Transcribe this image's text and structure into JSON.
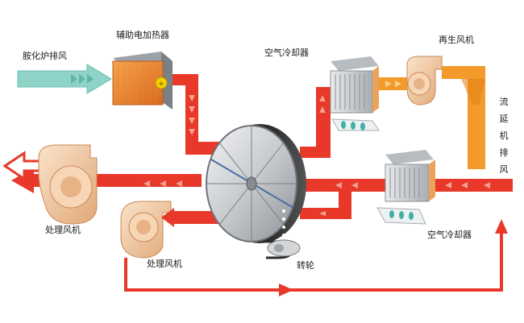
{
  "labels": {
    "tail_gas_exhaust": "胺化炉排风",
    "aux_heater": "辅助电加热器",
    "air_cooler_top": "空气冷却器",
    "regen_fan": "再生风机",
    "delay_exhaust": "流延机排风",
    "process_fan_left": "处理风机",
    "process_fan_bottom": "处理风机",
    "air_cooler_bottom": "空气冷却器",
    "rotor": "转轮"
  },
  "colors": {
    "hot_air": "#e8382a",
    "hot_air_dark": "#c42418",
    "warm_air": "#f39a2b",
    "warm_air_dark": "#e07f12",
    "intake_air": "#8fd3c8",
    "fan_body": "#f2c9a2",
    "heater_orange": "#f08c3a",
    "cooler_grey": "#c9cdd1"
  },
  "icons": [
    "fan-icon",
    "heater-icon",
    "cooler-icon",
    "rotor-icon",
    "flow-arrow-icon"
  ]
}
